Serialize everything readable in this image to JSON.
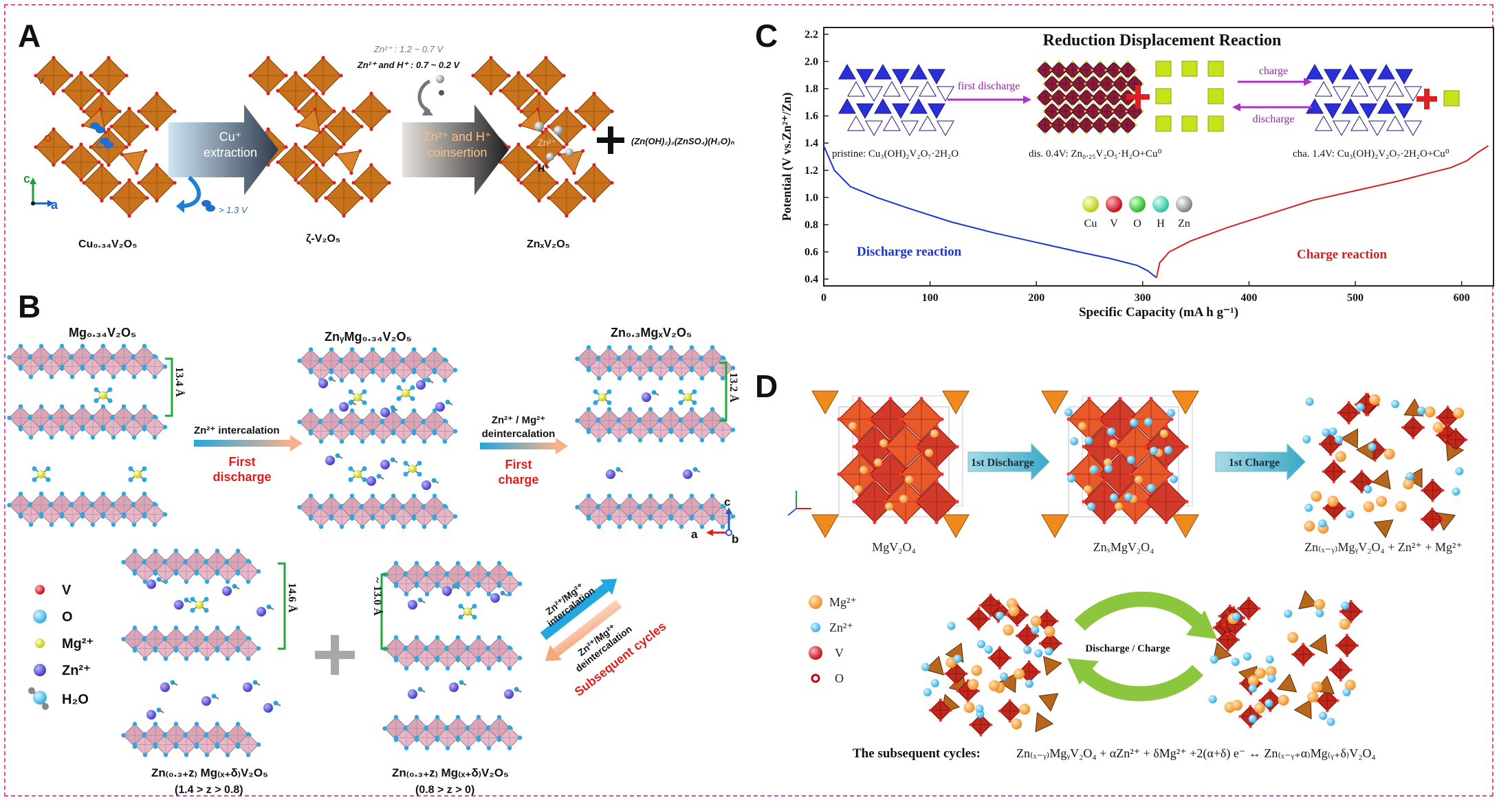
{
  "panels": {
    "A": {
      "letter": "A",
      "cond_zn": "Zn²⁺ : 1.2 ~ 0.7 V",
      "cond_znh": "Zn²⁺ and H⁺ : 0.7 ~ 0.2 V",
      "arrow1": [
        "Cu⁺",
        "extraction"
      ],
      "arrow2": [
        "Zn²⁺ and H⁺",
        "coinsertion"
      ],
      "voltage_note": "> 1.3 V",
      "ion_cu": "Cu⁺",
      "ion_zn": "Zn²⁺",
      "ion_h": "H⁺",
      "atom_v": "V",
      "atom_o": "O",
      "axis_c": "c",
      "axis_a": "a",
      "product": "(Zn(OH)₂)₃(ZnSO₄)(H₂O)ₙ",
      "labels": [
        "Cu₀.₃₄V₂O₅",
        "ζ-V₂O₅",
        "ZnₓV₂O₅"
      ]
    },
    "B": {
      "letter": "B",
      "titles": [
        "Mg₀.₃₄V₂O₅",
        "ZnᵧMg₀.₃₄V₂O₅",
        "Zn₀.₃MgₓV₂O₅"
      ],
      "spacings": [
        "13.4 Å",
        "13.2 Å",
        "14.6 Å",
        "~ 13.0 Å"
      ],
      "step1": {
        "line1": "Zn²⁺ intercalation",
        "red": [
          "First",
          "discharge"
        ]
      },
      "step2": {
        "line1": "Zn²⁺ / Mg²⁺",
        "line2": "deintercalation",
        "red": [
          "First",
          "charge"
        ]
      },
      "axes": {
        "c": "c",
        "a": "a",
        "b": "b"
      },
      "legend": [
        "V",
        "O",
        "Mg²⁺",
        "Zn²⁺",
        "H₂O"
      ],
      "bottom_labels": [
        {
          "formula": "Zn₍₀.₃₊z₎ Mg₍ₓ₊δ₎V₂O₅",
          "range": "(1.4 > z > 0.8)"
        },
        {
          "formula": "Zn₍₀.₃₊z₎ Mg₍ₓ₊δ₎V₂O₅",
          "range": "(0.8 > z > 0)"
        }
      ],
      "cycle_up": [
        "Zn²⁺/Mg²⁺",
        "intercalation"
      ],
      "cycle_down": [
        "Zn²⁺/Mg²⁺",
        "deintercalation"
      ],
      "cycle_red": "Subsequent cycles"
    },
    "C": {
      "letter": "C",
      "title": "Reduction Displacement Reaction",
      "first_discharge": "first discharge",
      "charge": "charge",
      "discharge": "discharge",
      "pristine": "pristine: Cu₃(OH)₂V₂O₇·2H₂O",
      "dis": "dis. 0.4V: Zn₀.₂₅V₂O₅·H₂O+Cu⁰",
      "cha": "cha. 1.4V: Cu₃(OH)₂V₂O₇·2H₂O+Cu⁰",
      "legend": [
        "Cu",
        "V",
        "O",
        "H",
        "Zn"
      ],
      "discharge_label": "Discharge reaction",
      "charge_label": "Charge reaction"
    },
    "D": {
      "letter": "D",
      "arrow1": "1st Discharge",
      "arrow2": "1st Charge",
      "labels": [
        "MgV₂O₄",
        "ZnₓMgV₂O₄",
        "Zn₍ₓ₋ᵧ₎MgᵧV₂O₄ + Zn²⁺ + Mg²⁺"
      ],
      "legend": [
        "Mg²⁺",
        "Zn²⁺",
        "V",
        "O"
      ],
      "cycle": "Discharge / Charge",
      "equation_lead": "The subsequent cycles:",
      "equation_body": "Zn₍ₓ₋ᵧ₎MgᵧV₂O₄ + αZn²⁺ + δMg²⁺ +2(α+δ) e⁻ ↔ Zn₍ₓ₋ᵧ₊α₎Mg₍ᵧ₊δ₎V₂O₄"
    }
  },
  "chart_data": {
    "type": "line",
    "title": "",
    "xlabel": "Specific Capacity (mA h g⁻¹)",
    "ylabel": "Potential (V vs.Zn²⁺/Zn)",
    "xlim": [
      0,
      630
    ],
    "ylim": [
      0.35,
      2.25
    ],
    "xticks": [
      0,
      100,
      200,
      300,
      400,
      500,
      600
    ],
    "yticks": [
      0.4,
      0.6,
      0.8,
      1.0,
      1.2,
      1.4,
      1.6,
      1.8,
      2.0,
      2.2
    ],
    "series": [
      {
        "color": "#1a33d6",
        "x": [
          0,
          10,
          25,
          50,
          80,
          120,
          160,
          200,
          240,
          270,
          295,
          305,
          313
        ],
        "y": [
          1.38,
          1.2,
          1.08,
          1.0,
          0.92,
          0.82,
          0.74,
          0.67,
          0.6,
          0.55,
          0.5,
          0.46,
          0.41
        ]
      },
      {
        "color": "#d42020",
        "x": [
          313,
          316,
          325,
          345,
          380,
          420,
          460,
          500,
          540,
          570,
          590,
          605,
          615,
          625
        ],
        "y": [
          0.41,
          0.52,
          0.6,
          0.68,
          0.78,
          0.88,
          0.98,
          1.05,
          1.12,
          1.18,
          1.22,
          1.27,
          1.33,
          1.38
        ]
      }
    ]
  }
}
